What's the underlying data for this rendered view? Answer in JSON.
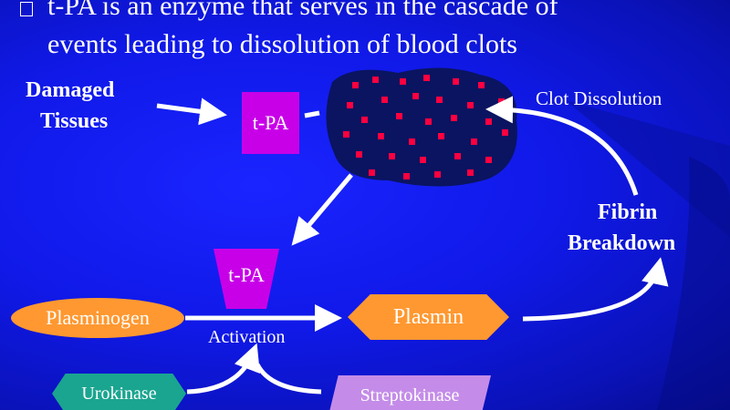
{
  "title": {
    "line1": "t-PA is an enzyme that serves in the cascade of",
    "line2": "events leading to dissolution of blood clots"
  },
  "labels": {
    "damaged": "Damaged",
    "tissues": "Tissues",
    "tpa_top": "t-PA",
    "clot_dissolution": "Clot Dissolution",
    "fibrin": "Fibrin",
    "breakdown": "Breakdown",
    "tpa_middle": "t-PA",
    "plasminogen": "Plasminogen",
    "plasmin": "Plasmin",
    "activation": "Activation",
    "urokinase": "Urokinase",
    "streptokinase": "Streptokinase"
  },
  "colors": {
    "magenta": "#c800e8",
    "orange": "#ff9830",
    "teal": "#1aa590",
    "lavender": "#c48ce8",
    "clot_dots": "#ff0040"
  }
}
